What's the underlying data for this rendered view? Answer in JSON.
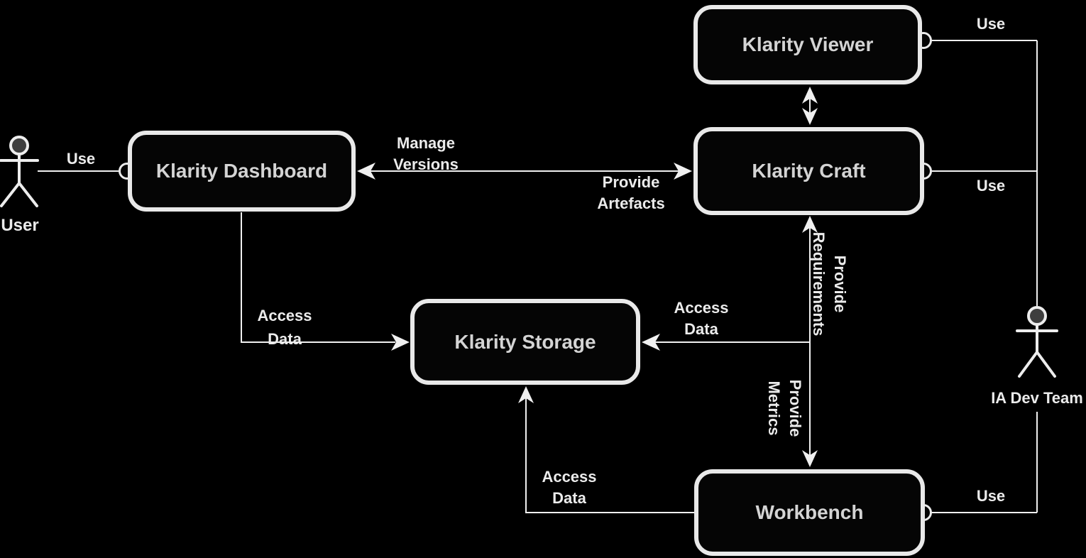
{
  "diagram_type": "uml-component-context-diagram",
  "colors": {
    "background": "#000000",
    "node_fill": "#050505",
    "node_border": "#e9e9e9",
    "node_text": "#d4d4d4",
    "line": "#f0f0f0",
    "label_text": "#ebebeb",
    "actor_head_fill": "#3e3e3e"
  },
  "nodes": {
    "viewer": {
      "label": "Klarity Viewer"
    },
    "dashboard": {
      "label": "Klarity Dashboard"
    },
    "craft": {
      "label": "Klarity Craft"
    },
    "storage": {
      "label": "Klarity Storage"
    },
    "workbench": {
      "label": "Workbench"
    }
  },
  "actors": {
    "user": {
      "label": "User"
    },
    "ia_dev_team": {
      "label": "IA Dev Team"
    }
  },
  "edges": {
    "user_uses_dashboard": {
      "label": "Use",
      "style": "lollipop"
    },
    "dashboard_craft": {
      "label_left": "Manage\nVersions",
      "label_right": "Provide\nArtefacts",
      "style": "double-arrow"
    },
    "viewer_craft": {
      "style": "double-arrow"
    },
    "ia_uses_viewer": {
      "label": "Use",
      "style": "lollipop"
    },
    "ia_uses_craft": {
      "label": "Use",
      "style": "lollipop"
    },
    "ia_uses_workbench": {
      "label": "Use",
      "style": "lollipop"
    },
    "dashboard_storage": {
      "label": "Access\nData",
      "style": "arrow"
    },
    "craft_workbench": {
      "label_up": "Provide\nRequirements",
      "label_down": "Provide\nMetrics",
      "style": "double-arrow"
    },
    "craft_workbench_storage": {
      "label": "Access\nData",
      "style": "arrow"
    },
    "workbench_storage": {
      "label": "Access\nData",
      "style": "arrow"
    }
  }
}
